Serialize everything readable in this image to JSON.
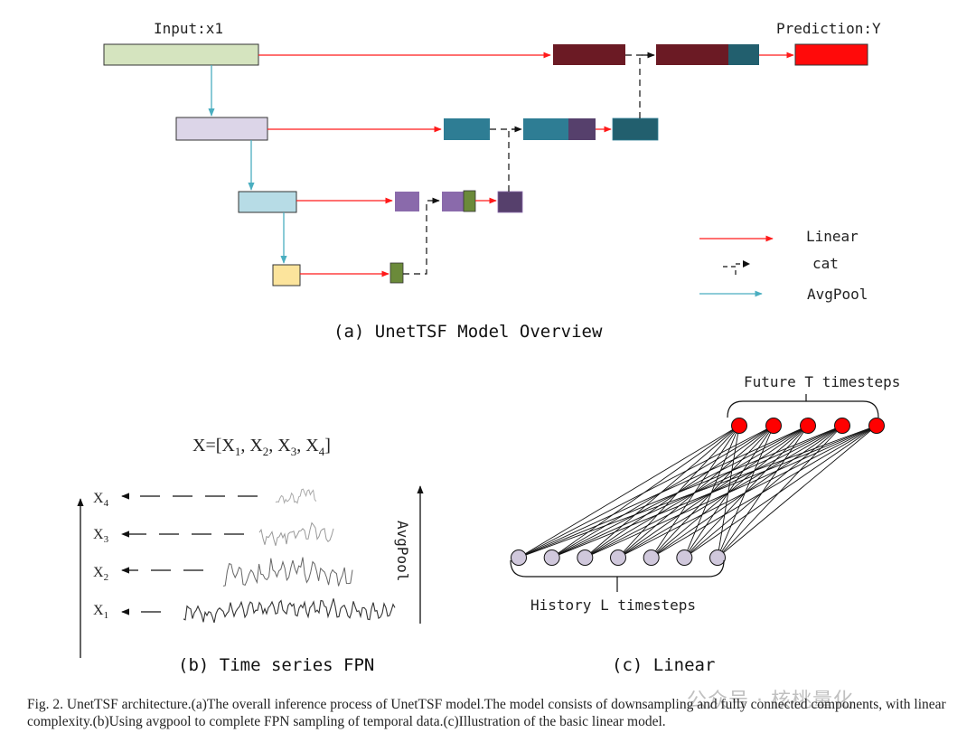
{
  "panel_a": {
    "input_label": "Input:x1",
    "output_label": "Prediction:Y",
    "legend": [
      {
        "label": "Linear",
        "color": "#ff1a1a"
      },
      {
        "label": "cat",
        "color": "#111111"
      },
      {
        "label": "AvgPool",
        "color": "#4aaec0"
      }
    ],
    "subtitle": "(a) UnetTSF Model Overview"
  },
  "panel_b": {
    "formula_prefix": "X=[X",
    "formula_sep": ", X",
    "formula_end": "]",
    "subscripts": [
      "1",
      "2",
      "3",
      "4"
    ],
    "level_letter": "X",
    "avgpool_label": "AvgPool",
    "subtitle": "(b) Time series FPN"
  },
  "panel_c": {
    "top_label": "Future T timesteps",
    "bottom_label": "History L timesteps",
    "subtitle": "(c) Linear",
    "output_nodes": 5,
    "input_nodes": 7
  },
  "caption": "Fig. 2.  UnetTSF architecture.(a)The overall inference process of UnetTSF model.The model consists of downsampling and fully connected components, with linear complexity.(b)Using avgpool to complete FPN sampling of temporal data.(c)Illustration of the basic linear model.",
  "watermark": "公众号 · 核桃量化",
  "colors": {
    "linear": "#ff1a1a",
    "avgpool": "#4aaec0",
    "input_block": "#d5e4bf",
    "level2_block": "#dcd5e8",
    "level3_block": "#b7dce6",
    "level4_block": "#fce49c",
    "dark_red": "#6b1a24",
    "teal": "#2e7d94",
    "dark_teal": "#225f6e",
    "purple": "#8a6aab",
    "dark_purple": "#56406c",
    "green": "#6b8a3a",
    "prediction": "#ff0a0a",
    "output_node": "#ff0000",
    "input_node": "#d0c8dc"
  }
}
